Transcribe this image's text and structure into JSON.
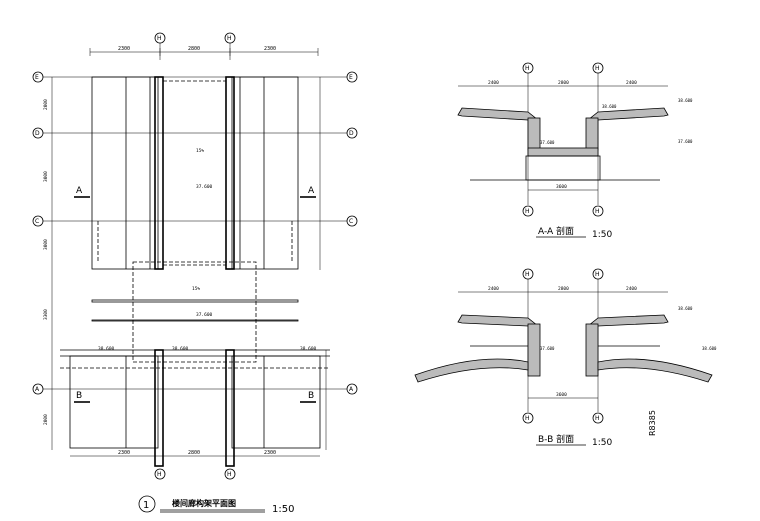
{
  "plan": {
    "axes": [
      "E",
      "D",
      "C",
      "A"
    ],
    "grid_top": [
      "H",
      "H"
    ],
    "section_marks": [
      "A",
      "A",
      "B",
      "B"
    ],
    "title_no": "1",
    "title": "楼间廊构架平面图",
    "scale": "1:50",
    "dims_top": [
      "2300",
      "2800",
      "2300"
    ],
    "dims_left": [
      "2000",
      "3000",
      "3000",
      "3300",
      "2000"
    ],
    "notes": [
      "15%",
      "15%",
      "37.600",
      "37.600",
      "38.600",
      "38.600",
      "38.600"
    ]
  },
  "section_aa": {
    "grid": [
      "H",
      "H"
    ],
    "title": "A-A 剖面",
    "scale": "1:50",
    "dims_top": [
      "2400",
      "2800",
      "2400"
    ],
    "dim_bottom": "3600",
    "levels": [
      "38.600",
      "37.600",
      "38.600",
      "37.600"
    ]
  },
  "section_bb": {
    "grid": [
      "H",
      "H"
    ],
    "title": "B-B 剖面",
    "scale": "1:50",
    "dims_top": [
      "2400",
      "2800",
      "2400"
    ],
    "dim_bottom": "3600",
    "levels": [
      "38.600",
      "37.600",
      "38.600"
    ],
    "radius": "R8385"
  }
}
